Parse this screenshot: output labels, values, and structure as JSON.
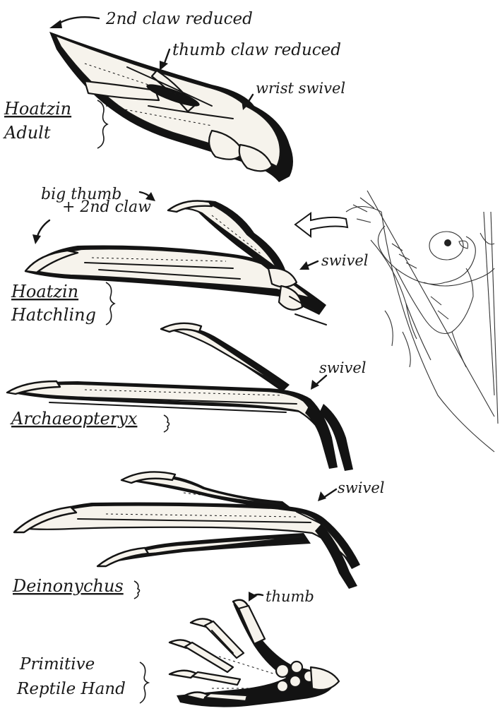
{
  "labels": {
    "second_claw_reduced": "2nd claw reduced",
    "thumb_claw_reduced": "thumb claw reduced",
    "wrist_swivel": "wrist swivel",
    "hoatzin_adult_line1": "Hoatzin",
    "hoatzin_adult_line2": "Adult",
    "big_thumb": "big thumb",
    "plus_second_claw": "+ 2nd claw",
    "swivel_hatchling": "swivel",
    "hoatzin_hatchling_line1": "Hoatzin",
    "hoatzin_hatchling_line2": "Hatchling",
    "swivel_archaeopteryx": "swivel",
    "archaeopteryx": "Archaeopteryx",
    "swivel_deinonychus": "swivel",
    "deinonychus": "Deinonychus",
    "thumb": "thumb",
    "primitive_line1": "Primitive",
    "primitive_line2": "Reptile Hand"
  },
  "colors": {
    "ink": "#161616",
    "bone": "#f6f3ec",
    "paper": "#ffffff"
  }
}
